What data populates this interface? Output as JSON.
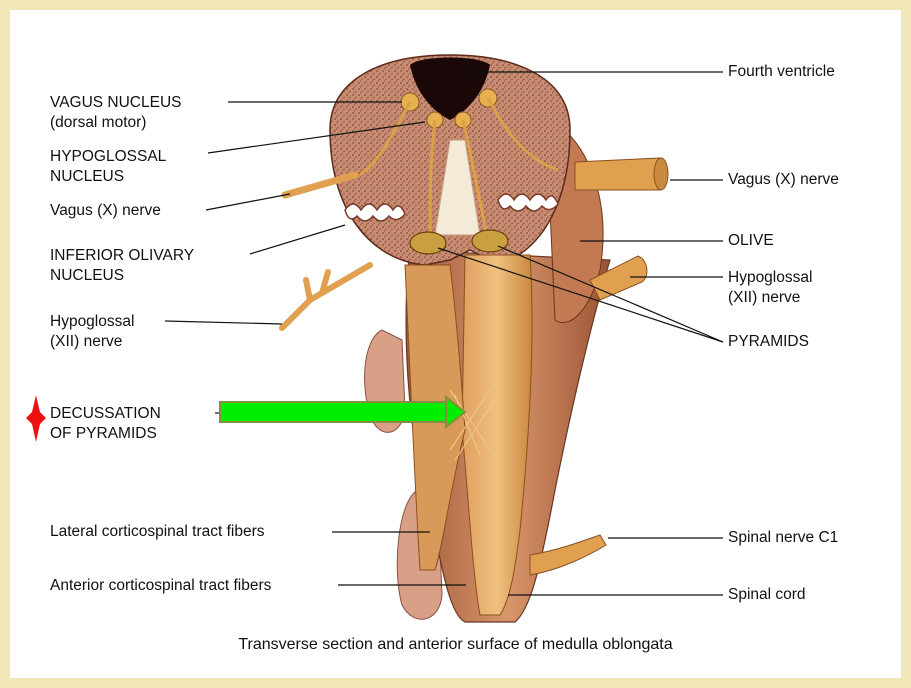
{
  "labels_left": {
    "vagus_nucleus": "VAGUS NUCLEUS\n(dorsal motor)",
    "hypoglossal_nucleus": "HYPOGLOSSAL\nNUCLEUS",
    "vagus_nerve": "Vagus (X) nerve",
    "inferior_olivary": "INFERIOR OLIVARY\nNUCLEUS",
    "hypoglossal_nerve": "Hypoglossal\n(XII) nerve",
    "decussation": "DECUSSATION\nOF PYRAMIDS",
    "lateral_tract": "Lateral corticospinal tract fibers",
    "anterior_tract": "Anterior corticospinal tract fibers"
  },
  "labels_right": {
    "fourth_ventricle": "Fourth ventricle",
    "vagus_nerve": "Vagus (X) nerve",
    "olive": "OLIVE",
    "hypoglossal_nerve": "Hypoglossal\n(XII) nerve",
    "pyramids": "PYRAMIDS",
    "spinal_nerve": "Spinal nerve C1",
    "spinal_cord": "Spinal cord"
  },
  "caption": "Transverse section and anterior surface of medulla oblongata",
  "colors": {
    "frame": "#f0e6b8",
    "tissue": "#c9845a",
    "section": "#b8785c",
    "nerve": "#d8a24a",
    "arrow": "#00ee00",
    "star": "#ee1111"
  },
  "icons": {
    "marker": "red-four-point-star",
    "pointer": "green-arrow"
  }
}
